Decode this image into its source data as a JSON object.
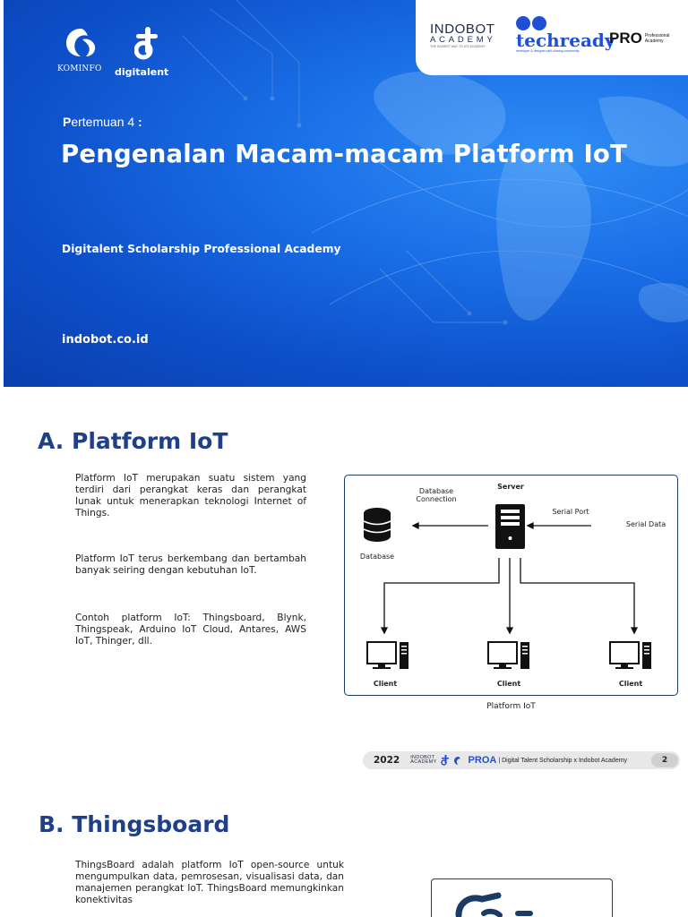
{
  "cover": {
    "kominfo_label": "KOMINFO",
    "digitalent_label": "digitalent",
    "partners": {
      "indobot_line1": "INDOBOT",
      "indobot_line2": "ACADEMY",
      "indobot_tagline": "THE EASIEST WAY TO IOT ACADEMY",
      "techready": "techready",
      "techready_tagline": "developer & designer skill-sharing community",
      "pro": "PRO",
      "pro_sub": "Professional Academy"
    },
    "meeting_bold": "P",
    "meeting_rest": "ertemuan 4",
    "meeting_colon": " :",
    "title": "Pengenalan Macam-macam Platform IoT",
    "subtitle": "Digitalent Scholarship Professional Academy",
    "site": "indobot.co.id"
  },
  "slide_platform": {
    "title": "A. Platform IoT",
    "paragraphs": [
      "Platform IoT merupakan suatu sistem yang terdiri dari perangkat keras dan perangkat lunak untuk menerapkan teknologi Internet of Things.",
      "Platform IoT terus berkembang dan bertambah banyak seiring dengan kebutuhan IoT.",
      "Contoh platform IoT: Thingsboard, Blynk, Thingspeak, Arduino IoT Cloud, Antares, AWS IoT, Thinger, dll."
    ],
    "diagram": {
      "server": "Server",
      "database_connection": "Database Connection",
      "database": "Database",
      "serial_port": "Serial Port",
      "serial_data": "Serial Data",
      "clients": [
        "Client",
        "Client",
        "Client"
      ]
    },
    "caption": "Platform IoT",
    "footer": {
      "year": "2022",
      "mini_indobot_1": "INDOBOT",
      "mini_indobot_2": "ACADEMY",
      "proa": "PROA",
      "desc": "| Digital Talent Scholarship x Indobot Academy",
      "page": "2"
    }
  },
  "slide_thingsboard": {
    "title": "B. Thingsboard",
    "paragraph": "ThingsBoard adalah platform IoT open-source untuk mengumpulkan data, pemrosesan, visualisasi data, dan manajemen perangkat IoT. ThingsBoard memungkinkan konektivitas"
  },
  "colors": {
    "cover_blue": "#1a6fe6",
    "heading_navy": "#1f3f86",
    "techready_blue": "#1f4fd8"
  }
}
